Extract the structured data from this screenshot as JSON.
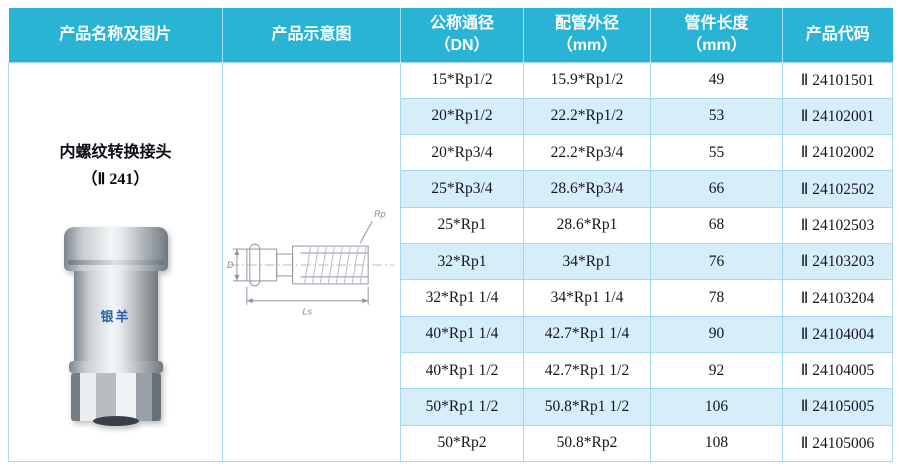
{
  "header": {
    "col_product": "产品名称及图片",
    "col_diagram": "产品示意图",
    "col_dn": "公称通径\n（DN）",
    "col_od": "配管外径\n（mm）",
    "col_len": "管件长度\n（mm）",
    "col_code": "产品代码"
  },
  "product": {
    "name": "内螺纹转换接头",
    "model": "（Ⅱ 241）",
    "brand_label": "银羊"
  },
  "diagram": {
    "dim_rp": "Rp",
    "dim_d": "D",
    "dim_ls": "Ls"
  },
  "rows": [
    {
      "dn": "15*Rp1/2",
      "od": "15.9*Rp1/2",
      "len": "49",
      "code": "Ⅱ 24101501"
    },
    {
      "dn": "20*Rp1/2",
      "od": "22.2*Rp1/2",
      "len": "53",
      "code": "Ⅱ 24102001"
    },
    {
      "dn": "20*Rp3/4",
      "od": "22.2*Rp3/4",
      "len": "55",
      "code": "Ⅱ 24102002"
    },
    {
      "dn": "25*Rp3/4",
      "od": "28.6*Rp3/4",
      "len": "66",
      "code": "Ⅱ 24102502"
    },
    {
      "dn": "25*Rp1",
      "od": "28.6*Rp1",
      "len": "68",
      "code": "Ⅱ 24102503"
    },
    {
      "dn": "32*Rp1",
      "od": "34*Rp1",
      "len": "76",
      "code": "Ⅱ 24103203"
    },
    {
      "dn": "32*Rp1 1/4",
      "od": "34*Rp1 1/4",
      "len": "78",
      "code": "Ⅱ 24103204"
    },
    {
      "dn": "40*Rp1 1/4",
      "od": "42.7*Rp1 1/4",
      "len": "90",
      "code": "Ⅱ 24104004"
    },
    {
      "dn": "40*Rp1 1/2",
      "od": "42.7*Rp1 1/2",
      "len": "92",
      "code": "Ⅱ 24104005"
    },
    {
      "dn": "50*Rp1 1/2",
      "od": "50.8*Rp1 1/2",
      "len": "106",
      "code": "Ⅱ 24105005"
    },
    {
      "dn": "50*Rp2",
      "od": "50.8*Rp2",
      "len": "108",
      "code": "Ⅱ 24105006"
    }
  ],
  "colors": {
    "header_bg": "#29b4d6",
    "row_alt_bg": "#d6eefa",
    "grid": "#a5d9ee",
    "brand_text": "#2a5fa5"
  }
}
